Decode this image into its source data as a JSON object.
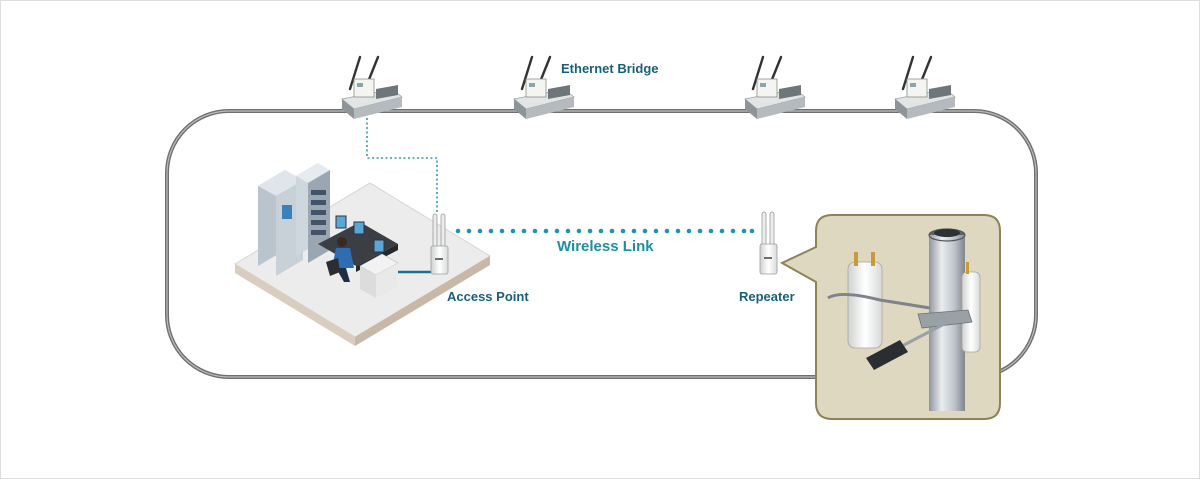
{
  "labels": {
    "ethernet_bridge": "Ethernet Bridge",
    "wireless_link": "Wireless Link",
    "access_point": "Access Point",
    "repeater": "Repeater"
  },
  "colors": {
    "label_dark": "#1a5f7a",
    "wireless_link": "#1e8fa3",
    "cable": "#7a7a7a",
    "inset_background": "#ddd8bf",
    "inset_border": "#8c8458"
  },
  "icons": [
    "ethernet-bridge-icon",
    "control-room-icon",
    "access-point-icon",
    "repeater-icon",
    "pole-mount-icon"
  ]
}
